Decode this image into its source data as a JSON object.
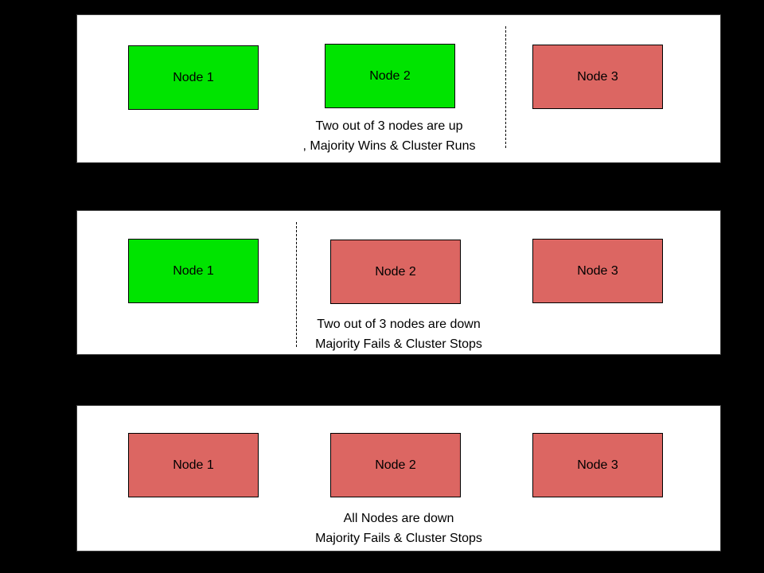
{
  "colors": {
    "up": "#00e400",
    "down": "#dc6662",
    "panel_background": "#ffffff",
    "page_background": "#000000",
    "node_border": "#000000"
  },
  "panels": [
    {
      "name": "two-nodes-up",
      "nodes": [
        {
          "label": "Node 1",
          "status": "up"
        },
        {
          "label": "Node 2",
          "status": "up"
        },
        {
          "label": "Node 3",
          "status": "down"
        }
      ],
      "caption_line1": "Two out of 3 nodes are up",
      "caption_line2": ", Majority Wins & Cluster Runs",
      "divider_after_node": 2
    },
    {
      "name": "two-nodes-down",
      "nodes": [
        {
          "label": "Node 1",
          "status": "up"
        },
        {
          "label": "Node 2",
          "status": "down"
        },
        {
          "label": "Node 3",
          "status": "down"
        }
      ],
      "caption_line1": "Two out of 3 nodes are down",
      "caption_line2": "Majority Fails & Cluster Stops",
      "divider_after_node": 1
    },
    {
      "name": "all-nodes-down",
      "nodes": [
        {
          "label": "Node 1",
          "status": "down"
        },
        {
          "label": "Node 2",
          "status": "down"
        },
        {
          "label": "Node 3",
          "status": "down"
        }
      ],
      "caption_line1": "All Nodes are down",
      "caption_line2": "Majority Fails & Cluster Stops",
      "divider_after_node": null
    }
  ]
}
